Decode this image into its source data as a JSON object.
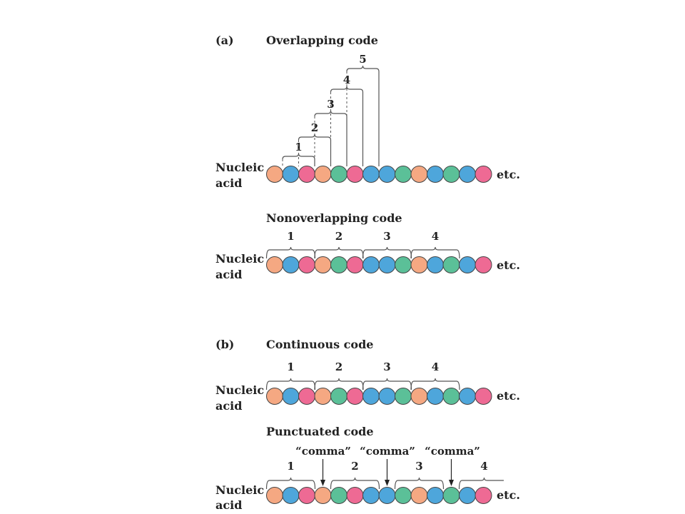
{
  "colors": {
    "orange": "#F5A882",
    "blue": "#4EA6DB",
    "pink": "#EE6A94",
    "green": "#5BC098"
  },
  "bead_sequence": [
    "orange",
    "blue",
    "pink",
    "orange",
    "green",
    "pink",
    "blue",
    "blue",
    "green",
    "orange",
    "blue",
    "green",
    "blue",
    "pink"
  ],
  "etc_label": "etc.",
  "side_label": [
    "Nucleic",
    "acid"
  ],
  "part_a": {
    "marker": "(a)",
    "overlapping": {
      "title": "Overlapping code",
      "codon_numbers": [
        "1",
        "2",
        "3",
        "4",
        "5"
      ]
    },
    "nonoverlapping": {
      "title": "Nonoverlapping code",
      "codon_numbers": [
        "1",
        "2",
        "3",
        "4"
      ]
    }
  },
  "part_b": {
    "marker": "(b)",
    "continuous": {
      "title": "Continuous code",
      "codon_numbers": [
        "1",
        "2",
        "3",
        "4"
      ]
    },
    "punctuated": {
      "title": "Punctuated code",
      "codon_numbers": [
        "1",
        "2",
        "3",
        "4"
      ],
      "comma_labels": [
        "“comma”",
        "“comma”",
        "“comma”"
      ]
    }
  }
}
